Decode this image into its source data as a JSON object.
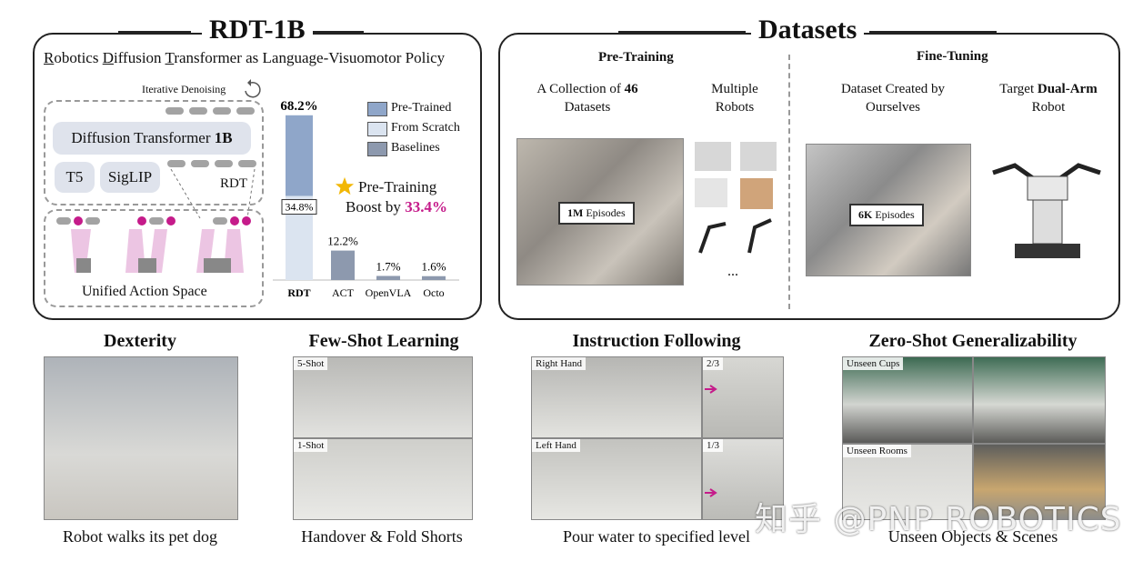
{
  "left_panel": {
    "title": "RDT-1B",
    "subtitle_parts": [
      "R",
      "obotics ",
      "D",
      "iffusion ",
      "T",
      "ransformer as Language-Visuomotor Policy"
    ],
    "iterative_denoising": "Iterative Denoising",
    "diffusion_transformer": "Diffusion Transformer ",
    "diffusion_bold": "1B",
    "t5": "T5",
    "siglip": "SigLIP",
    "rdt_tag": "RDT",
    "unified_action_space": "Unified Action Space",
    "star_line1": "Pre-Training",
    "star_line2": "Boost by ",
    "star_pct": "33.4%",
    "legend": [
      "Pre-Trained",
      "From Scratch",
      "Baselines"
    ],
    "colors": {
      "pretrained": "#8fa6c9",
      "scratch": "#dbe4f0",
      "baseline": "#8d99ae",
      "pink": "#c51b8a",
      "star": "#f2b705"
    }
  },
  "chart_data": {
    "type": "bar",
    "categories": [
      "RDT",
      "ACT",
      "OpenVLA",
      "Octo"
    ],
    "values": [
      68.2,
      12.2,
      1.7,
      1.6
    ],
    "from_scratch_value": 34.8,
    "value_labels": [
      "68.2%",
      "12.2%",
      "1.7%",
      "1.6%"
    ],
    "scratch_label": "34.8%",
    "ylim": [
      0,
      70
    ]
  },
  "right_panel": {
    "title": "Datasets",
    "pretraining": "Pre-Training",
    "finetuning": "Fine-Tuning",
    "collection_line1": "A Collection of ",
    "collection_bold": "46",
    "collection_line2": "Datasets",
    "multiple_robots_1": "Multiple",
    "multiple_robots_2": "Robots",
    "dataset_created_1": "Dataset Created by",
    "dataset_created_2": "Ourselves",
    "target_1": "Target ",
    "target_bold": "Dual-Arm",
    "target_2": "Robot",
    "episodes_1m_bold": "1M",
    "episodes_1m": " Episodes",
    "episodes_6k_bold": "6K",
    "episodes_6k": " Episodes",
    "ellipsis": "..."
  },
  "bottom": [
    {
      "title": "Dexterity",
      "caption": "Robot walks its pet dog"
    },
    {
      "title": "Few-Shot Learning",
      "caption": "Handover & Fold Shorts",
      "tags": [
        "5-Shot",
        "1-Shot"
      ]
    },
    {
      "title": "Instruction Following",
      "caption": "Pour water to specified level",
      "tags": [
        "Right Hand",
        "Left Hand"
      ],
      "fractions": [
        "2/3",
        "1/3"
      ]
    },
    {
      "title": "Zero-Shot Generalizability",
      "caption": "Unseen Objects & Scenes",
      "tags": [
        "Unseen Cups",
        "Unseen Rooms"
      ]
    }
  ],
  "watermark": "知乎 @PNP ROBOTICS"
}
